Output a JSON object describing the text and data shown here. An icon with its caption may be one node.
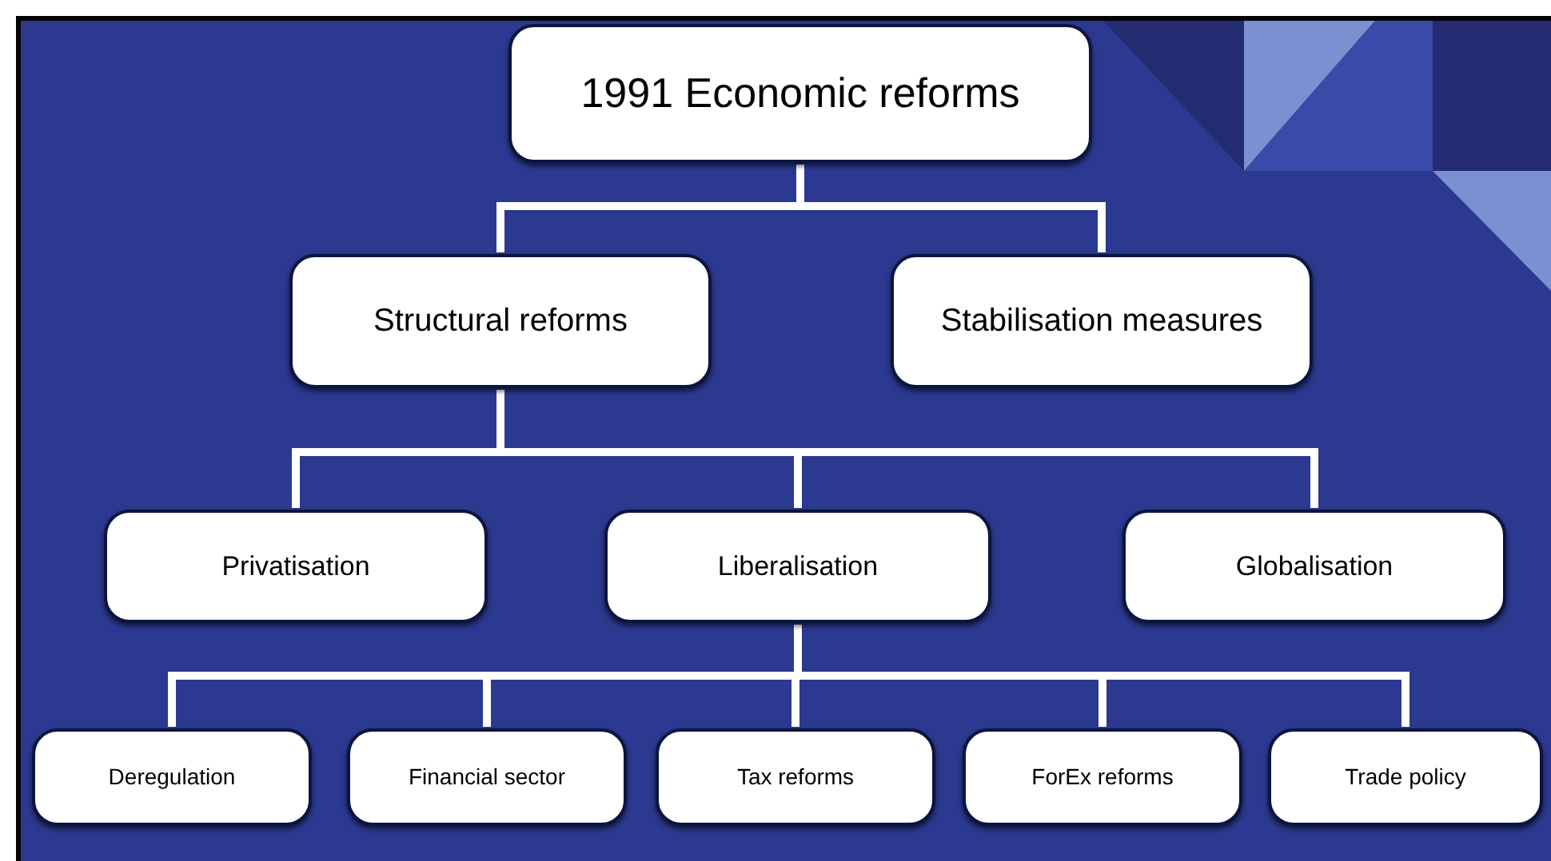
{
  "diagram": {
    "nodes": [
      {
        "text": [
          "1991 Economic reforms"
        ]
      },
      {
        "text": [
          "Structural reforms"
        ]
      },
      {
        "text": [
          "Stabilisation measures"
        ]
      },
      {
        "text": [
          "Privatisation"
        ]
      },
      {
        "text": [
          "Liberalisation"
        ]
      },
      {
        "text": [
          "Globalisation"
        ]
      },
      {
        "text": [
          "Deregulation"
        ]
      },
      {
        "text": [
          "Financial sector"
        ]
      },
      {
        "text": [
          "Tax reforms"
        ]
      },
      {
        "text": [
          "ForEx reforms"
        ]
      },
      {
        "text": [
          "Trade policy"
        ]
      }
    ],
    "edges": [
      {
        "from": 0,
        "to": 1,
        "arrow": "none"
      },
      {
        "from": 0,
        "to": 2,
        "arrow": "none"
      },
      {
        "from": 1,
        "to": 3,
        "arrow": "none"
      },
      {
        "from": 1,
        "to": 4,
        "arrow": "none"
      },
      {
        "from": 1,
        "to": 5,
        "arrow": "none"
      },
      {
        "from": 4,
        "to": 6,
        "arrow": "none"
      },
      {
        "from": 4,
        "to": 7,
        "arrow": "none"
      },
      {
        "from": 4,
        "to": 8,
        "arrow": "none"
      },
      {
        "from": 4,
        "to": 9,
        "arrow": "none"
      },
      {
        "from": 4,
        "to": 10,
        "arrow": "none"
      }
    ]
  }
}
